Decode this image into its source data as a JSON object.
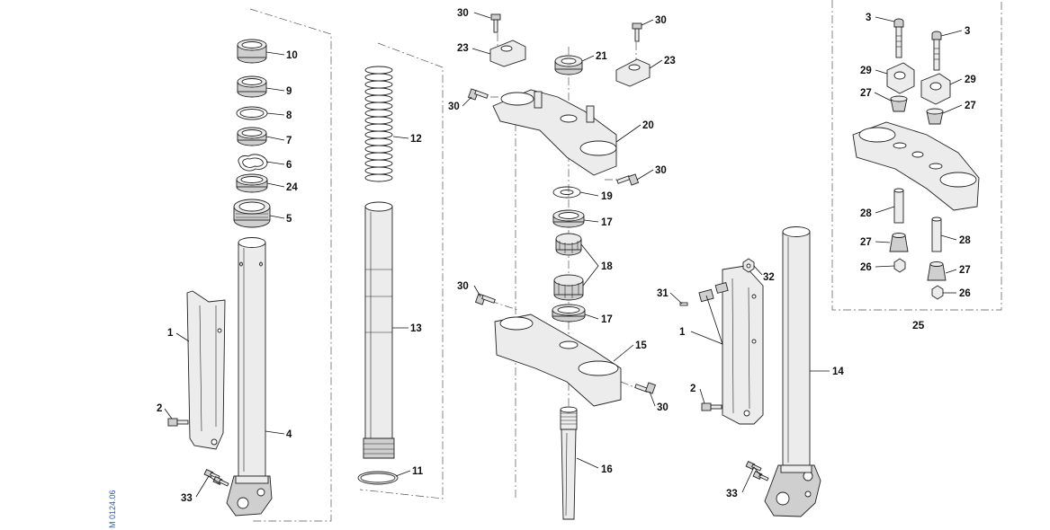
{
  "diagram": {
    "reference_code": "M 0124.06",
    "callouts": {
      "c1_left": "1",
      "c1_right": "1",
      "c2_left": "2",
      "c2_right": "2",
      "c3_a": "3",
      "c3_b": "3",
      "c4": "4",
      "c5": "5",
      "c6": "6",
      "c7": "7",
      "c8": "8",
      "c9": "9",
      "c10": "10",
      "c11": "11",
      "c12": "12",
      "c13": "13",
      "c14": "14",
      "c15": "15",
      "c16": "16",
      "c17_a": "17",
      "c17_b": "17",
      "c18": "18",
      "c19": "19",
      "c20": "20",
      "c21": "21",
      "c23_a": "23",
      "c23_b": "23",
      "c24": "24",
      "c25": "25",
      "c26_a": "26",
      "c26_b": "26",
      "c27_a": "27",
      "c27_b": "27",
      "c27_c": "27",
      "c27_d": "27",
      "c28_a": "28",
      "c28_b": "28",
      "c29_a": "29",
      "c29_b": "29",
      "c30_a": "30",
      "c30_b": "30",
      "c30_c": "30",
      "c30_d": "30",
      "c30_e": "30",
      "c30_f": "30",
      "c31": "31",
      "c32": "32",
      "c33_left": "33",
      "c33_right": "33"
    }
  }
}
